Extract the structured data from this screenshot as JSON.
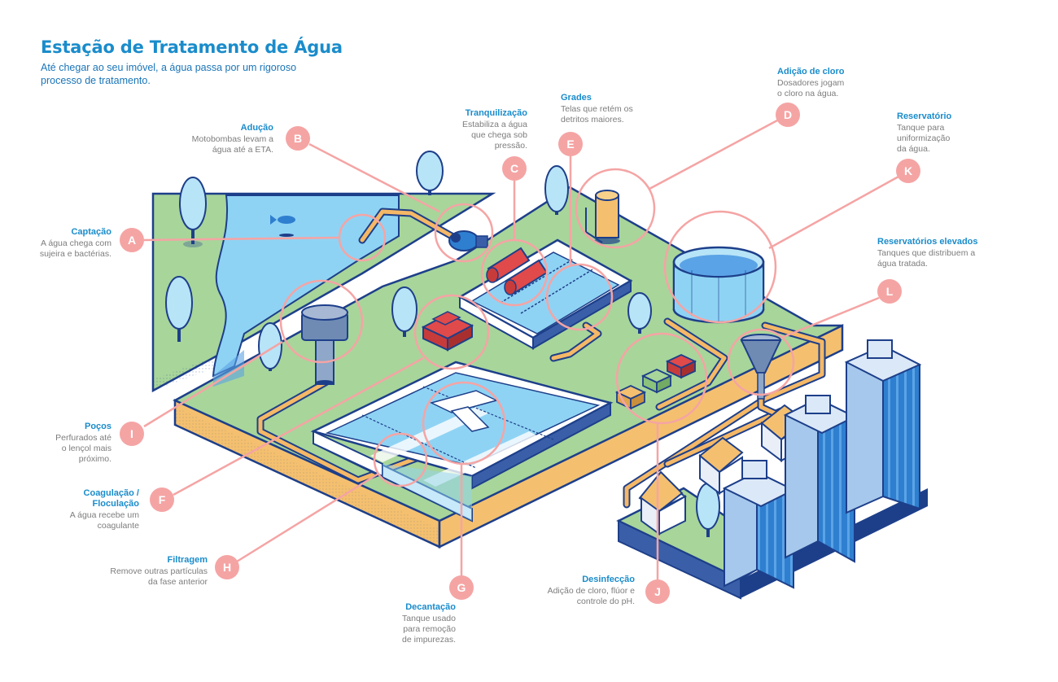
{
  "header": {
    "title": "Estação de Tratamento de Água",
    "subtitle": "Até chegar ao seu imóvel, a água passa por um rigoroso processo de tratamento."
  },
  "colors": {
    "title": "#1a8ccb",
    "marker": "#f5a4a4",
    "grass": "#a8d59a",
    "water": "#8fd3f4",
    "soil": "#f4c06f",
    "pipe": "#f5b866",
    "outline": "#1d3f8a"
  },
  "steps": [
    {
      "letter": "A",
      "title": "Captação",
      "desc": "A água chega com sujeira e bactérias."
    },
    {
      "letter": "B",
      "title": "Adução",
      "desc": "Motobombas levam a água até a ETA."
    },
    {
      "letter": "C",
      "title": "Tranquilização",
      "desc": "Estabiliza a água que chega sob pressão."
    },
    {
      "letter": "D",
      "title": "Adição de cloro",
      "desc": "Dosadores jogam o cloro na água."
    },
    {
      "letter": "E",
      "title": "Grades",
      "desc": "Telas que retém os detritos maiores."
    },
    {
      "letter": "F",
      "title": "Coagulação / Floculação",
      "desc": "A água recebe um coagulante"
    },
    {
      "letter": "G",
      "title": "Decantação",
      "desc": "Tanque usado para remoção de impurezas."
    },
    {
      "letter": "H",
      "title": "Filtragem",
      "desc": "Remove outras partículas da fase anterior"
    },
    {
      "letter": "I",
      "title": "Poços",
      "desc": "Perfurados até o lençol mais próximo."
    },
    {
      "letter": "J",
      "title": "Desinfecção",
      "desc": "Adição de cloro, flúor e controle do pH."
    },
    {
      "letter": "K",
      "title": "Reservatório",
      "desc": "Tanque para uniformização da água."
    },
    {
      "letter": "L",
      "title": "Reservatórios elevados",
      "desc": "Tanques que distribuem a água tratada."
    }
  ]
}
